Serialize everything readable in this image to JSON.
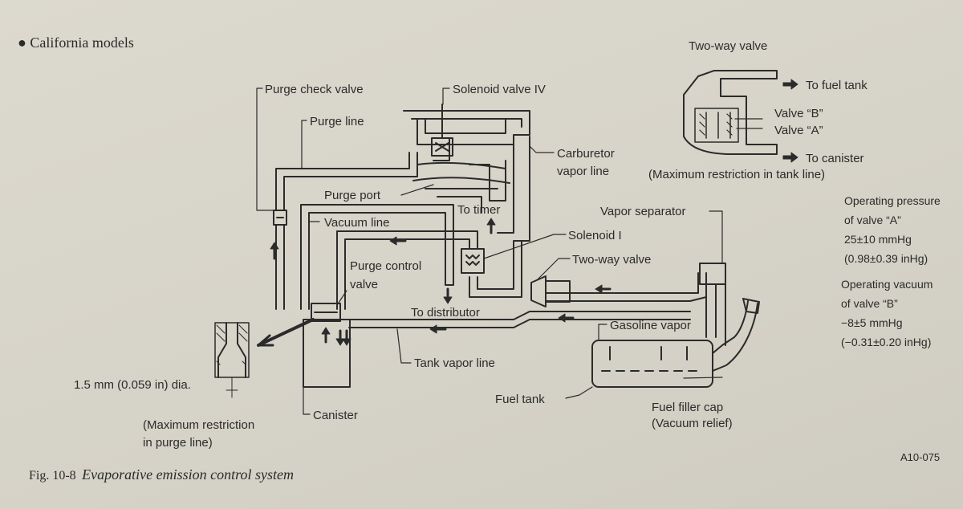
{
  "header": {
    "bullet_title": "California models"
  },
  "labels": {
    "purge_check_valve": "Purge check valve",
    "solenoid_valve_iv": "Solenoid valve IV",
    "purge_line": "Purge line",
    "carburetor_vapor_line_1": "Carburetor",
    "carburetor_vapor_line_2": "vapor line",
    "purge_port": "Purge port",
    "to_timer": "To timer",
    "vacuum_line": "Vacuum line",
    "solenoid_i": "Solenoid I",
    "purge_control_valve_1": "Purge control",
    "purge_control_valve_2": "valve",
    "to_distributor": "To distributor",
    "two_way_valve": "Two-way valve",
    "vapor_separator": "Vapor separator",
    "gasoline_vapor": "Gasoline vapor",
    "tank_vapor_line": "Tank vapor line",
    "fuel_tank": "Fuel tank",
    "fuel_filler_cap_1": "Fuel filler cap",
    "fuel_filler_cap_2": "(Vacuum relief)",
    "canister": "Canister",
    "orifice_dia": "1.5 mm (0.059 in) dia.",
    "max_restriction_purge_1": "(Maximum restriction",
    "max_restriction_purge_2": "in purge line)"
  },
  "inset": {
    "title": "Two-way valve",
    "to_fuel_tank": "To fuel tank",
    "valve_b": "Valve “B”",
    "valve_a": "Valve “A”",
    "to_canister": "To canister",
    "max_restriction_tank": "(Maximum restriction in tank line)"
  },
  "specs": {
    "pressure_a": [
      "Operating pressure",
      "of valve “A”",
      "25±10 mmHg",
      "(0.98±0.39 inHg)"
    ],
    "vacuum_b": [
      "Operating vacuum",
      "of valve “B”",
      "−8±5 mmHg",
      "(−0.31±0.20 inHg)"
    ]
  },
  "figure": {
    "number": "Fig. 10-8",
    "caption": "Evaporative emission control system",
    "code": "A10-075"
  },
  "colors": {
    "line": "#2b2b2b",
    "paper": "#d9d6cc"
  }
}
